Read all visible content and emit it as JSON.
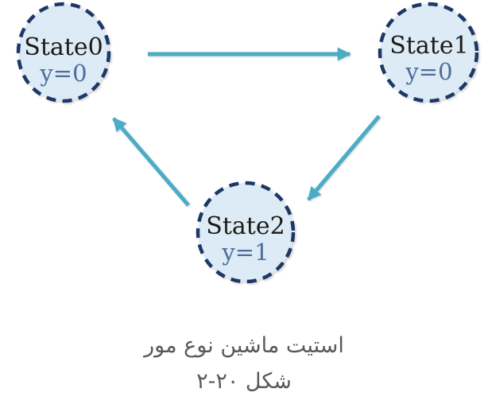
{
  "figure": {
    "kind": "moore-state-machine-diagram",
    "background": "#ffffff"
  },
  "colors": {
    "node_fill": "#dcebf5",
    "node_border": "#1d3766",
    "arrow": "#4bacc6",
    "state_label": "#1c1a16",
    "output_label": "#4e6d99",
    "caption_text": "#595959"
  },
  "states": [
    {
      "name": "State0",
      "output": "y=0"
    },
    {
      "name": "State1",
      "output": "y=0"
    },
    {
      "name": "State2",
      "output": "y=1"
    }
  ],
  "transitions": [
    {
      "from": "State0",
      "to": "State1"
    },
    {
      "from": "State1",
      "to": "State2"
    },
    {
      "from": "State2",
      "to": "State0"
    }
  ],
  "caption": {
    "line1": "استیت ماشین نوع مور",
    "line2": "شکل ۲۰-۲"
  }
}
